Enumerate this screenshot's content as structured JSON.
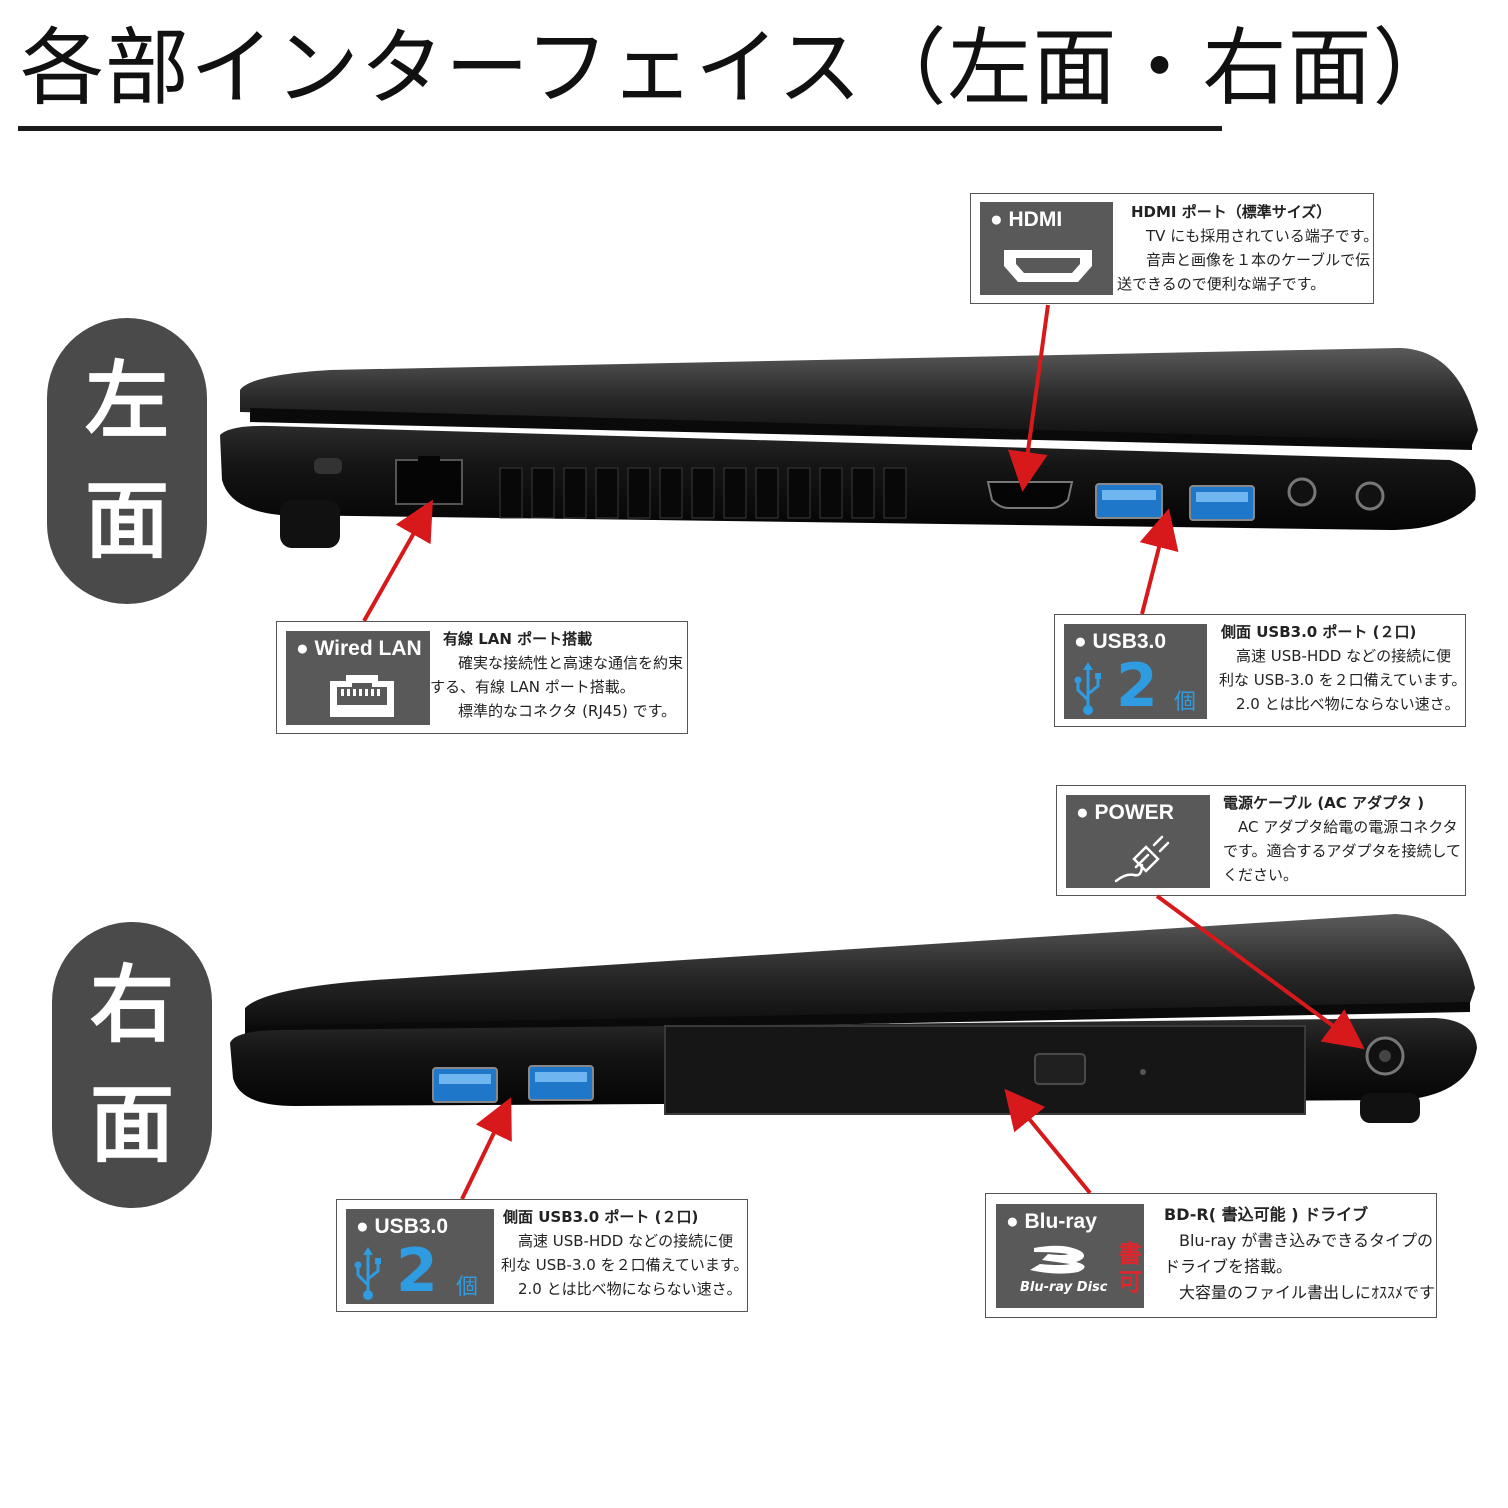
{
  "title": "各部インターフェイス（左面・右面）",
  "left_side": {
    "badge_chars": [
      "左",
      "面"
    ],
    "hdmi": {
      "icon_label": "● HDMI",
      "heading": "HDMI ポート（標準サイズ）",
      "lines": [
        "TV にも採用されている端子です。",
        "音声と画像を１本のケーブルで伝",
        "送できるので便利な端子です。"
      ]
    },
    "lan": {
      "icon_label": "● Wired LAN",
      "heading": "有線 LAN ポート搭載",
      "lines": [
        "確実な接続性と高速な通信を約束",
        "する、有線 LAN ポート搭載。",
        "標準的なコネクタ (RJ45) です。"
      ]
    },
    "usb": {
      "icon_label": "● USB3.0",
      "count": "2",
      "count_unit": "個",
      "heading": "側面 USB3.0 ポート (２口)",
      "lines": [
        "高速 USB-HDD などの接続に便",
        "利な USB-3.0 を２口備えています。",
        "2.0 とは比べ物にならない速さ。"
      ]
    }
  },
  "right_side": {
    "badge_chars": [
      "右",
      "面"
    ],
    "power": {
      "icon_label": "● POWER",
      "heading": "電源ケーブル (AC アダプタ )",
      "lines": [
        "AC アダプタ給電の電源コネクタ",
        "です。適合するアダプタを接続して",
        "ください。"
      ]
    },
    "usb": {
      "icon_label": "● USB3.0",
      "count": "2",
      "count_unit": "個",
      "heading": "側面 USB3.0 ポート (２口)",
      "lines": [
        "高速 USB-HDD などの接続に便",
        "利な USB-3.0 を２口備えています。",
        "2.0 とは比べ物にならない速さ。"
      ]
    },
    "bluray": {
      "icon_label": "● Blu-ray",
      "logo_text": "Blu-ray Disc",
      "writable": [
        "書",
        "可"
      ],
      "heading": "BD-R( 書込可能 ) ドライブ",
      "lines": [
        "Blu-ray が書き込みできるタイプの",
        "ドライブを搭載。",
        "大容量のファイル書出しにｵｽｽﾒです"
      ]
    }
  },
  "colors": {
    "badge": "#4a4a4a",
    "icon_box": "#595959",
    "arrow": "#d7191c",
    "usb_blue": "#2f9be0",
    "writable_red": "#e0262c"
  },
  "icons": [
    "hdmi-port-icon",
    "ethernet-port-icon",
    "usb-icon",
    "power-plug-icon",
    "bluray-logo"
  ]
}
